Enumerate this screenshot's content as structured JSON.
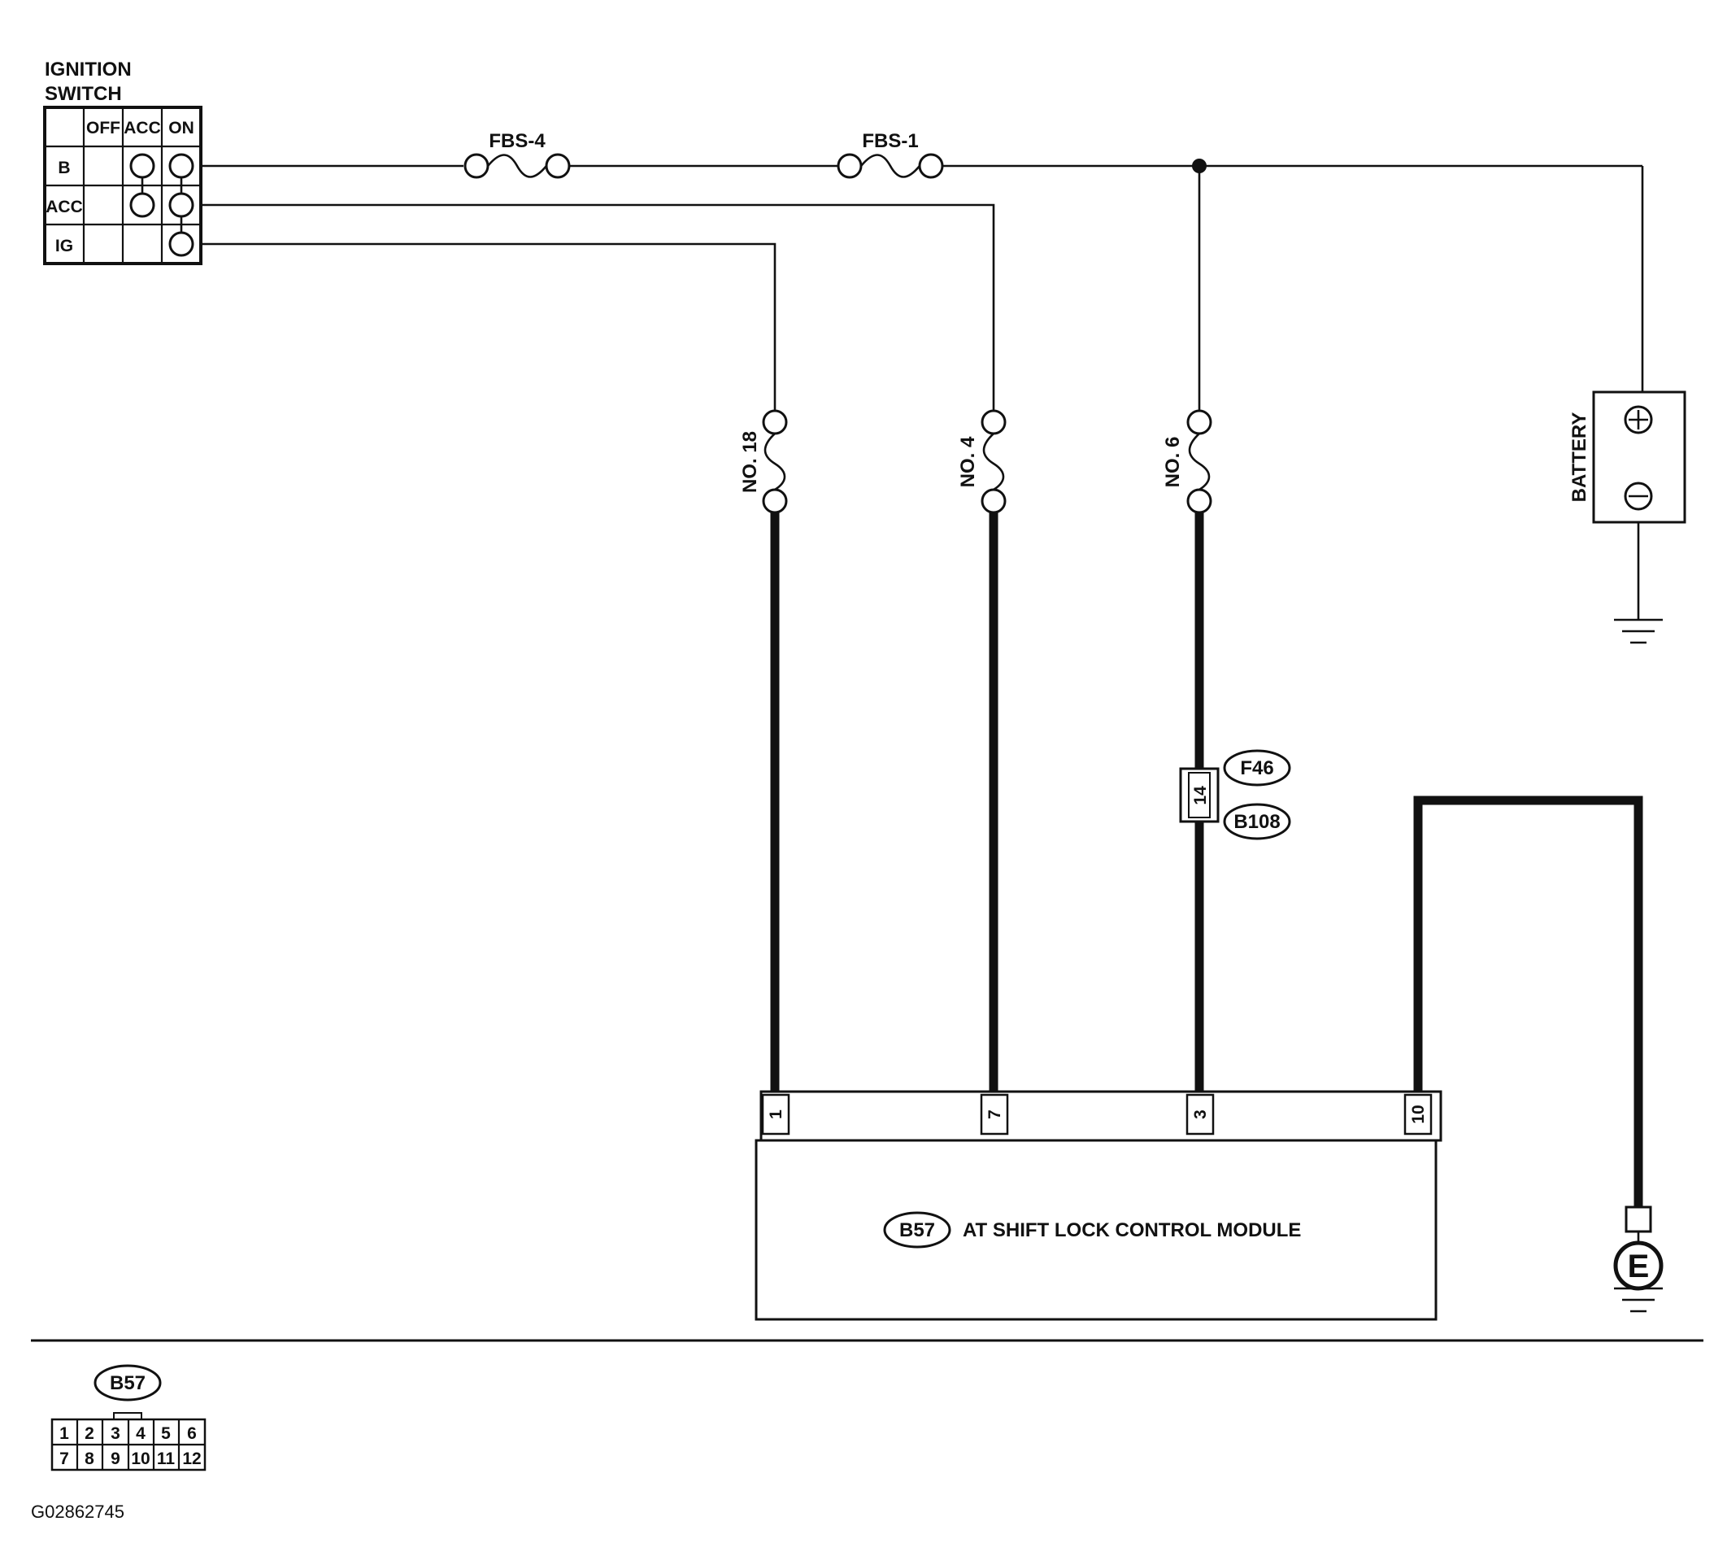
{
  "ignition_switch": {
    "title_line1": "IGNITION",
    "title_line2": "SWITCH",
    "columns": [
      "OFF",
      "ACC",
      "ON"
    ],
    "rows": [
      "B",
      "ACC",
      "IG"
    ]
  },
  "fuses": {
    "fbs4": "FBS-4",
    "fbs1": "FBS-1",
    "no18": "NO. 18",
    "no4": "NO. 4",
    "no6": "NO. 6"
  },
  "battery": {
    "label": "BATTERY"
  },
  "connectors": {
    "f46": "F46",
    "b108": "B108",
    "junction_pin": "14"
  },
  "module": {
    "connector": "B57",
    "name": "AT SHIFT LOCK CONTROL MODULE",
    "pins": [
      "1",
      "7",
      "3",
      "10"
    ]
  },
  "ground_e": "E",
  "connector_view": {
    "label": "B57",
    "row1": [
      "1",
      "2",
      "3",
      "4",
      "5",
      "6"
    ],
    "row2": [
      "7",
      "8",
      "9",
      "10",
      "11",
      "12"
    ]
  },
  "figure_id": "G02862745"
}
